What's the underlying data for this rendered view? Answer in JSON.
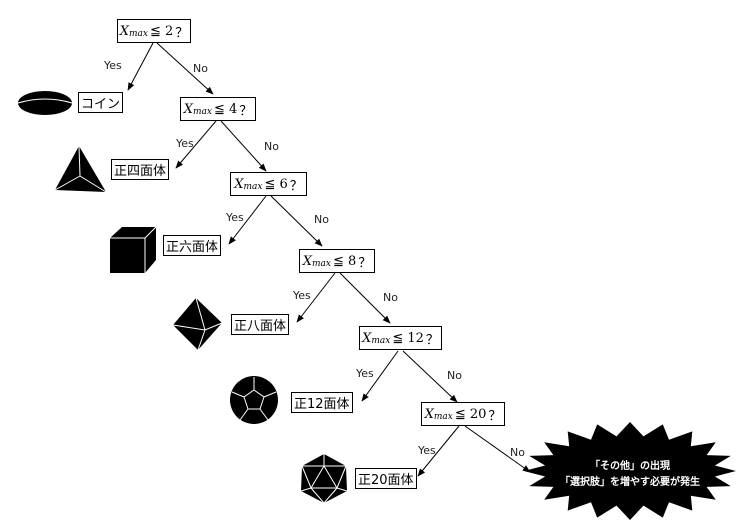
{
  "variable": "X",
  "subscript": "max",
  "operator": "≦",
  "question_mark": "？",
  "nodes": [
    {
      "threshold": "2",
      "yes_label": "Yes",
      "no_label": "No",
      "result": "コイン",
      "shape": "coin-icon"
    },
    {
      "threshold": "4",
      "yes_label": "Yes",
      "no_label": "No",
      "result": "正四面体",
      "shape": "tetrahedron-icon"
    },
    {
      "threshold": "6",
      "yes_label": "Yes",
      "no_label": "No",
      "result": "正六面体",
      "shape": "cube-icon"
    },
    {
      "threshold": "8",
      "yes_label": "Yes",
      "no_label": "No",
      "result": "正八面体",
      "shape": "octahedron-icon"
    },
    {
      "threshold": "12",
      "yes_label": "Yes",
      "no_label": "No",
      "result": "正12面体",
      "shape": "dodecahedron-icon"
    },
    {
      "threshold": "20",
      "yes_label": "Yes",
      "no_label": "No",
      "result": "正20面体",
      "shape": "icosahedron-icon"
    }
  ],
  "final": {
    "line1": "「その他」の出現",
    "line2": "「選択肢」を増やす必要が発生",
    "fill_color": "#000000",
    "text_color": "#ffffff"
  }
}
